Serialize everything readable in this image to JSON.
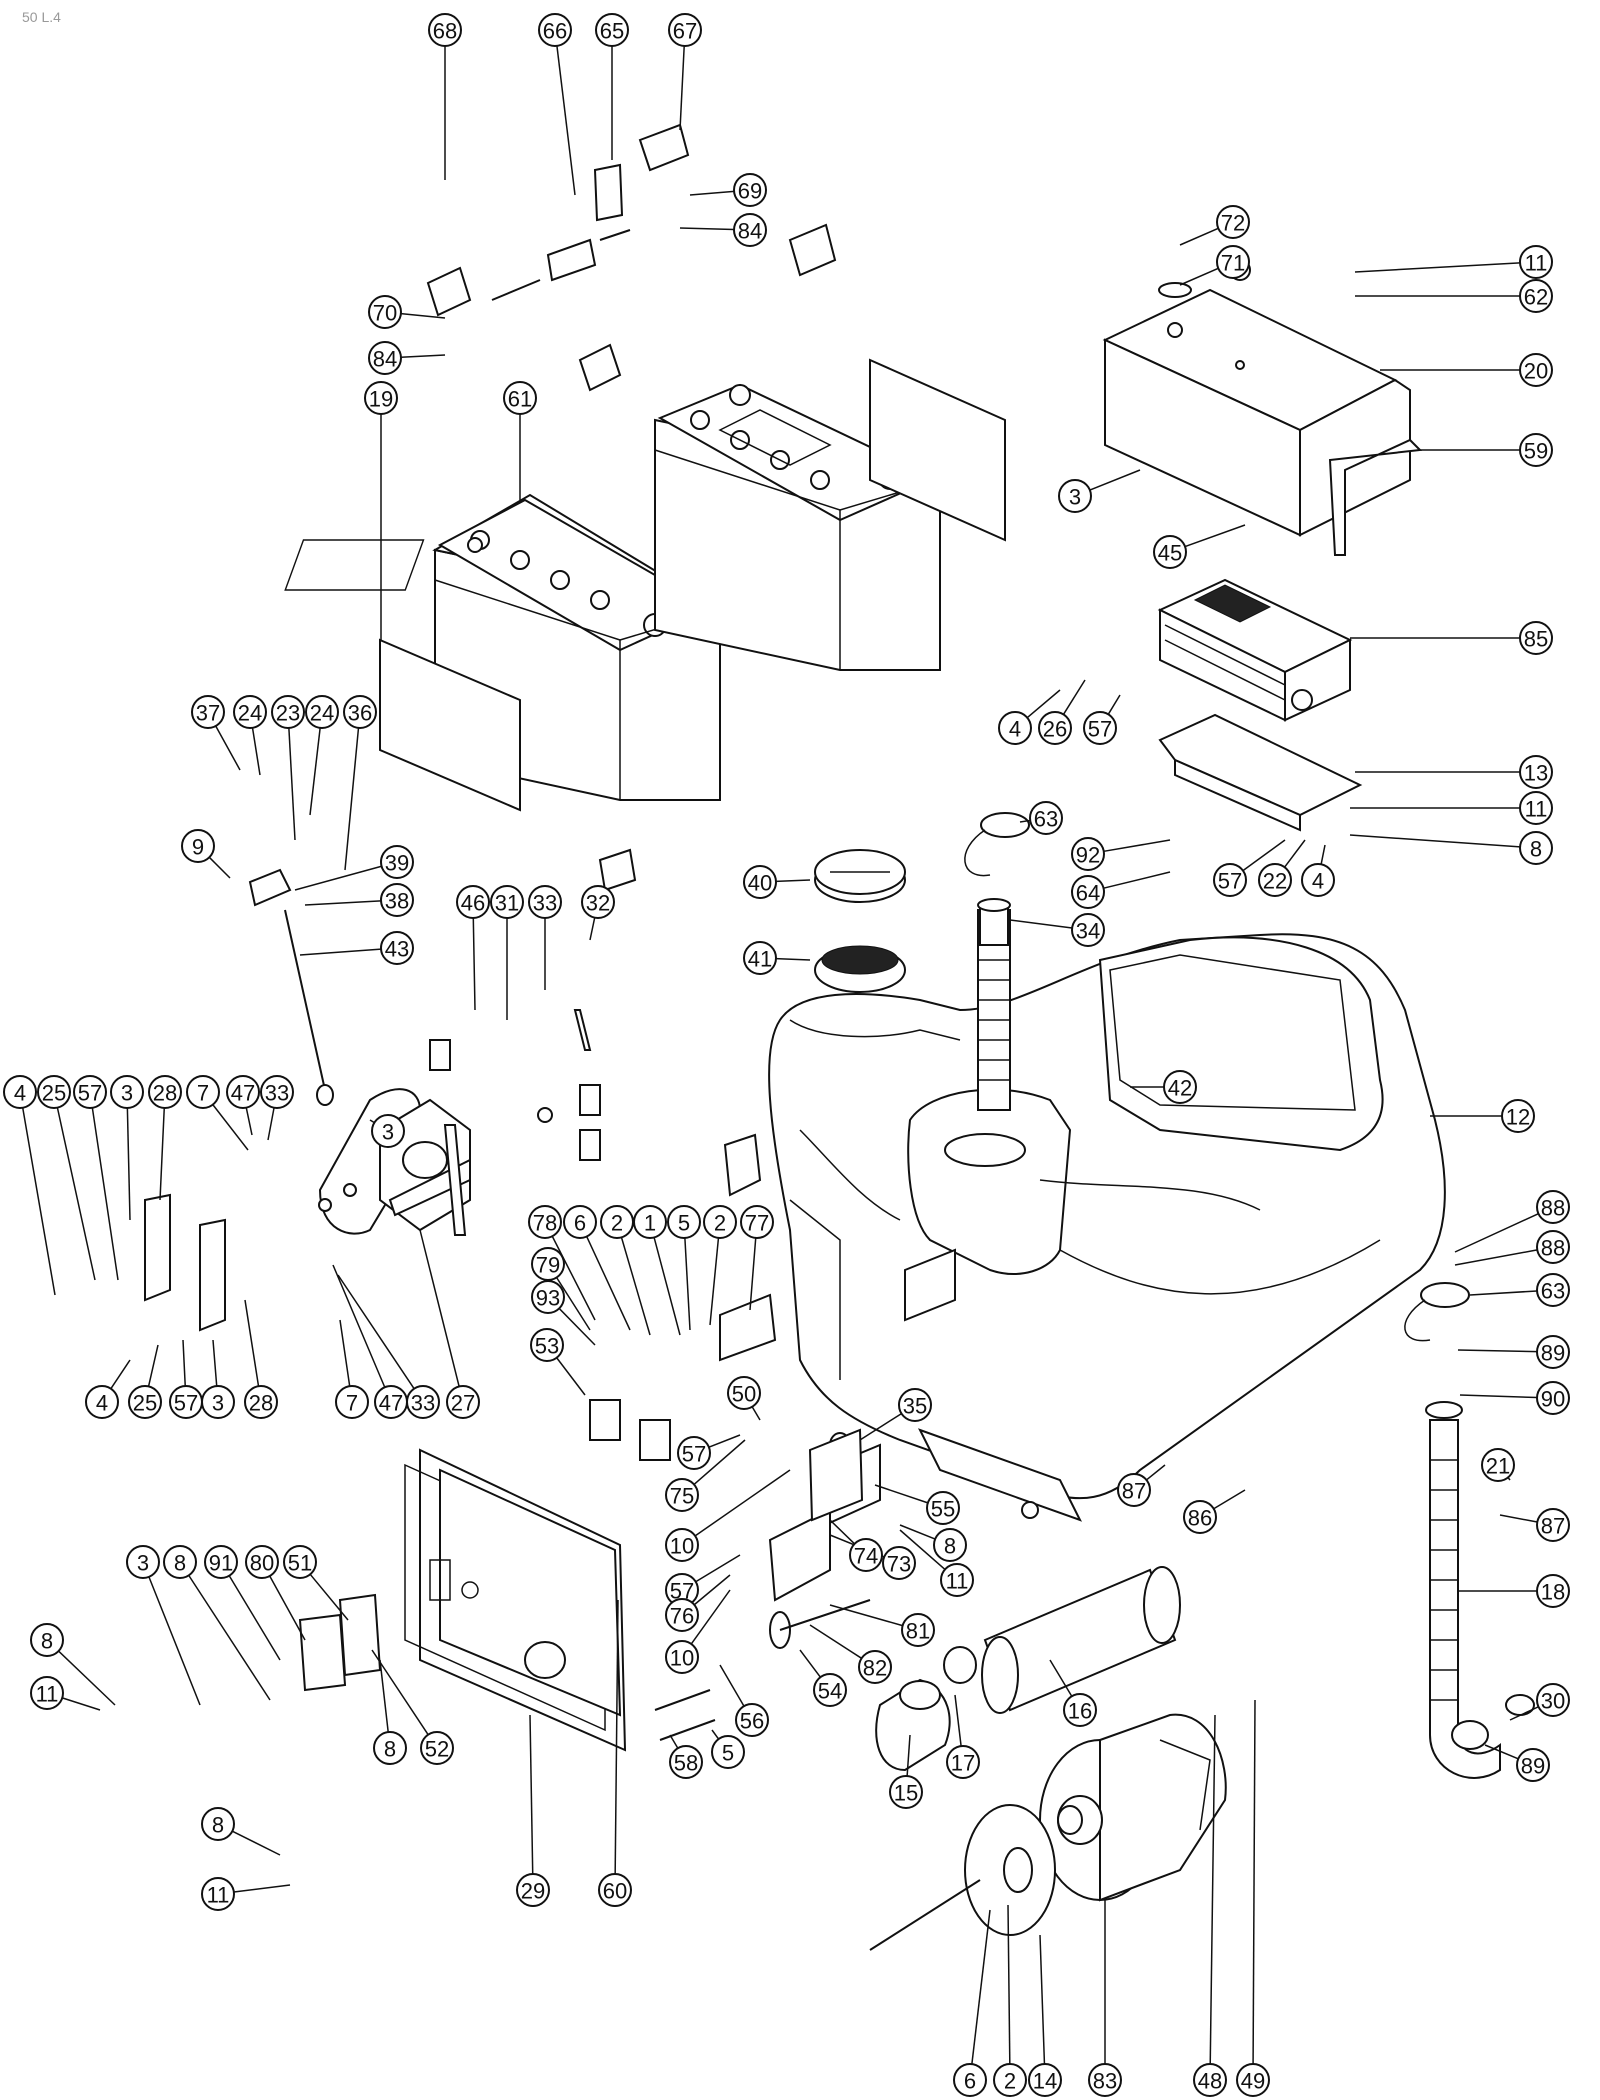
{
  "diagram": {
    "header_mark": "50 L.4",
    "callouts": [
      "68",
      "66",
      "65",
      "67",
      "69",
      "84",
      "72",
      "71",
      "11",
      "62",
      "70",
      "84",
      "20",
      "19",
      "61",
      "59",
      "3",
      "45",
      "85",
      "4",
      "26",
      "57",
      "13",
      "37",
      "24",
      "23",
      "24",
      "36",
      "63",
      "11",
      "92",
      "8",
      "9",
      "39",
      "64",
      "57",
      "22",
      "4",
      "40",
      "34",
      "38",
      "43",
      "41",
      "46",
      "31",
      "33",
      "32",
      "42",
      "12",
      "3",
      "4",
      "25",
      "57",
      "3",
      "28",
      "7",
      "47",
      "33",
      "88",
      "88",
      "78",
      "6",
      "2",
      "1",
      "5",
      "2",
      "77",
      "63",
      "79",
      "93",
      "89",
      "53",
      "50",
      "35",
      "90",
      "4",
      "25",
      "57",
      "3",
      "28",
      "7",
      "47",
      "33",
      "27",
      "57",
      "87",
      "21",
      "75",
      "55",
      "86",
      "87",
      "10",
      "8",
      "11",
      "74",
      "73",
      "57",
      "18",
      "3",
      "8",
      "91",
      "80",
      "51",
      "76",
      "81",
      "8",
      "10",
      "82",
      "16",
      "11",
      "54",
      "56",
      "30",
      "5",
      "17",
      "8",
      "52",
      "58",
      "15",
      "89",
      "8",
      "11",
      "29",
      "60",
      "6",
      "2",
      "14",
      "83",
      "48",
      "49"
    ]
  }
}
